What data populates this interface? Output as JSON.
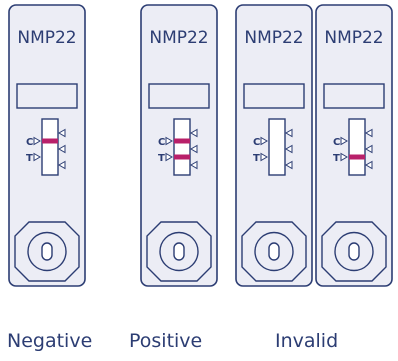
{
  "colors": {
    "outline": "#2c3d73",
    "cassette_fill": "#ecedf5",
    "result_line": "#b8206a"
  },
  "cassettes": [
    {
      "title": "NMP22",
      "control_label": "C",
      "test_label": "T",
      "control_line": true,
      "test_line": false
    },
    {
      "title": "NMP22",
      "control_label": "C",
      "test_label": "T",
      "control_line": true,
      "test_line": true
    },
    {
      "title": "NMP22",
      "control_label": "C",
      "test_label": "T",
      "control_line": false,
      "test_line": false
    },
    {
      "title": "NMP22",
      "control_label": "C",
      "test_label": "T",
      "control_line": false,
      "test_line": true
    }
  ],
  "captions": {
    "negative": "Negative",
    "positive": "Positive",
    "invalid": "Invalid"
  }
}
